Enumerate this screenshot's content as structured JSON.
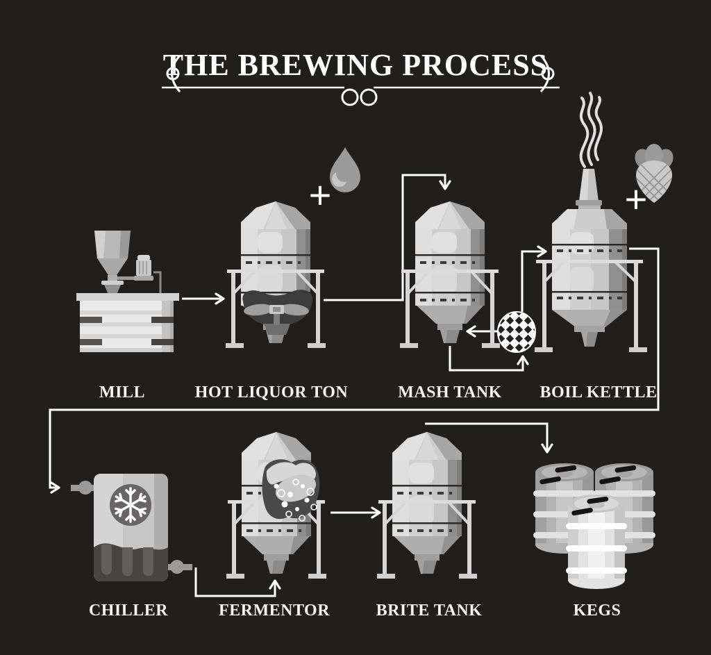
{
  "title": "THE BREWING PROCESS",
  "stages": [
    {
      "id": "mill",
      "label": "MILL"
    },
    {
      "id": "hot-liquor-ton",
      "label": "HOT LIQUOR TON"
    },
    {
      "id": "mash-tank",
      "label": "MASH TANK"
    },
    {
      "id": "boil-kettle",
      "label": "BOIL KETTLE"
    },
    {
      "id": "chiller",
      "label": "CHILLER"
    },
    {
      "id": "fermentor",
      "label": "FERMENTOR"
    },
    {
      "id": "brite-tank",
      "label": "BRITE TANK"
    },
    {
      "id": "kegs",
      "label": "KEGS"
    }
  ],
  "additions": [
    {
      "target": "HOT LIQUOR TON",
      "icon": "water-drop-icon",
      "symbol": "+"
    },
    {
      "target": "BOIL KETTLE",
      "icon": "hops-icon",
      "symbol": "+"
    }
  ],
  "icons": [
    "water-drop-icon",
    "hops-icon",
    "grain-screen-icon",
    "snowflake-icon",
    "steam-icon"
  ],
  "flow": [
    "MILL → HOT LIQUOR TON",
    "HOT LIQUOR TON → MASH TANK",
    "MASH TANK → GRAIN SCREEN → MASH TANK",
    "MASH TANK → BOIL KETTLE",
    "BOIL KETTLE → CHILLER",
    "CHILLER → FERMENTOR",
    "FERMENTOR → BRITE TANK",
    "BRITE TANK → KEGS"
  ],
  "colors": {
    "background": "#211e1e",
    "line": "#ffffff",
    "text": "#f4f4f4",
    "metal_light": "#e0e0e0",
    "metal_mid": "#c6c6c6",
    "metal_dark": "#8f8f8f",
    "cutaway_dark": "#3d3d3d"
  }
}
